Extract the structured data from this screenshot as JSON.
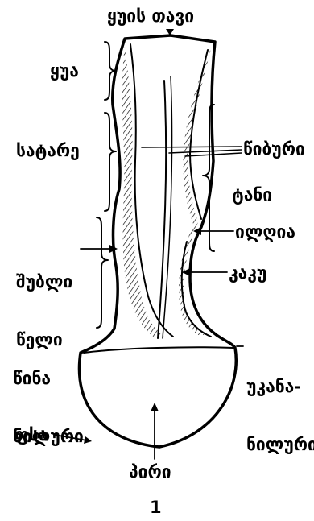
{
  "labels": {
    "top": "ყუის თავი",
    "yua": "ყუა",
    "satare": "სატარე",
    "nibuti": "წიბური",
    "tani": "ტანი",
    "ilgia": "ილღია",
    "kaku": "კაკუ",
    "shubli_1": "შუბლი",
    "shubli_2": "წელი",
    "wina_1": "წინა",
    "wina_2": "ნილური",
    "ukana_1": "უკანა-",
    "ukana_2": "ნილური",
    "psa": "ფსა",
    "piri": "პირი",
    "figure_number": "1"
  }
}
